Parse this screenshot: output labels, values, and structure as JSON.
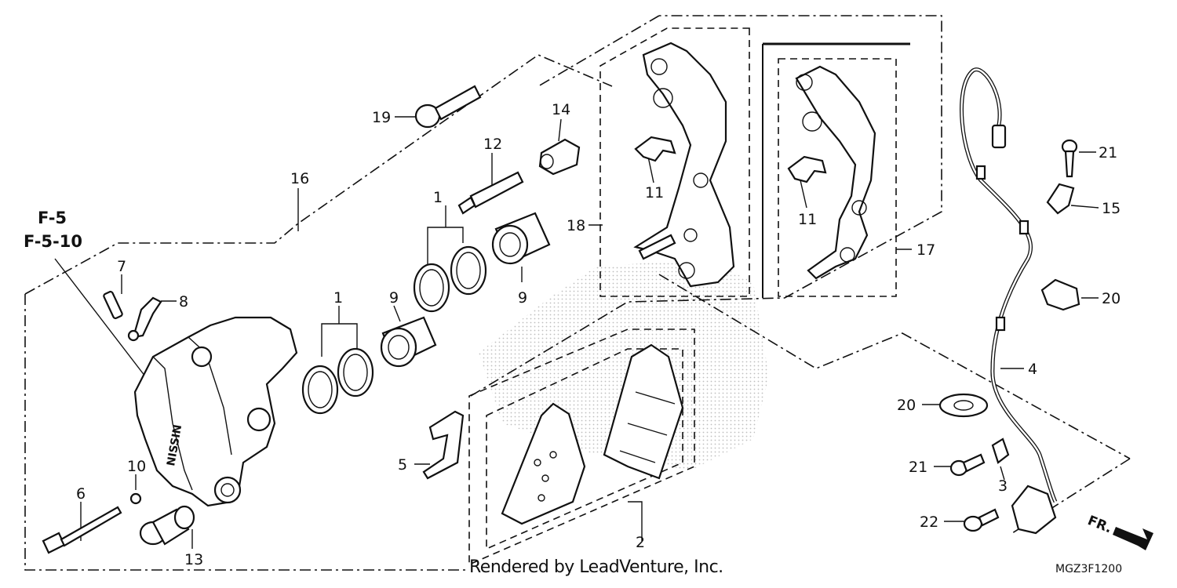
{
  "reference": {
    "line1": "F-5",
    "line2": "F-5-10"
  },
  "callouts": {
    "c1a": "1",
    "c1b": "1",
    "c2": "2",
    "c3": "3",
    "c4": "4",
    "c5": "5",
    "c6": "6",
    "c7": "7",
    "c8": "8",
    "c9a": "9",
    "c9b": "9",
    "c10": "10",
    "c11a": "11",
    "c11b": "11",
    "c12": "12",
    "c13": "13",
    "c14": "14",
    "c15": "15",
    "c16": "16",
    "c17": "17",
    "c18": "18",
    "c19": "19",
    "c20a": "20",
    "c20b": "20",
    "c21a": "21",
    "c21b": "21",
    "c22": "22"
  },
  "caliper_mark": "NISSIN",
  "direction_label": "FR.",
  "credit": "Rendered by LeadVenture, Inc.",
  "diagram_code": "MGZ3F1200"
}
